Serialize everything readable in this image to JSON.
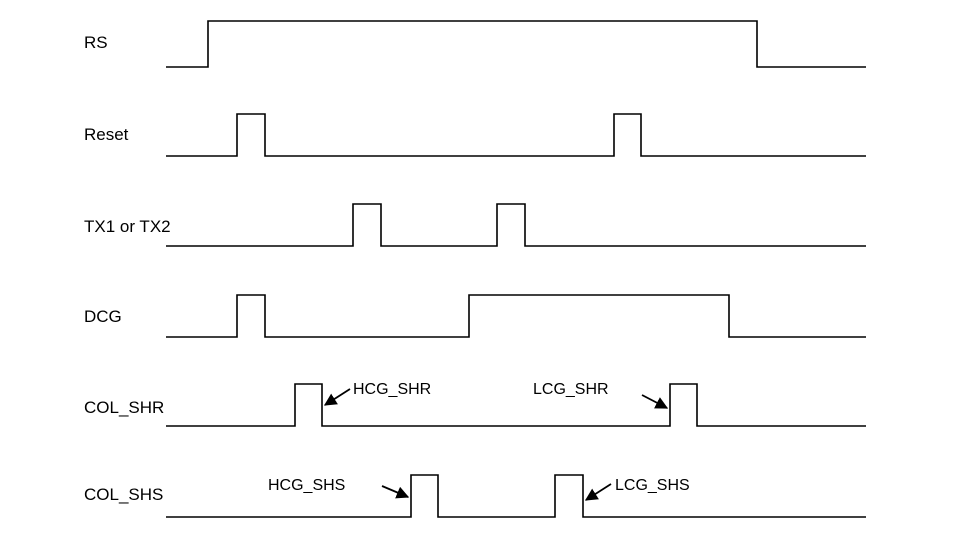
{
  "signals": [
    {
      "name": "RS"
    },
    {
      "name": "Reset"
    },
    {
      "name": "TX1 or TX2"
    },
    {
      "name": "DCG"
    },
    {
      "name": "COL_SHR"
    },
    {
      "name": "COL_SHS"
    }
  ],
  "annotations": [
    {
      "text": "HCG_SHR"
    },
    {
      "text": "LCG_SHR"
    },
    {
      "text": "HCG_SHS"
    },
    {
      "text": "LCG_SHS"
    }
  ]
}
